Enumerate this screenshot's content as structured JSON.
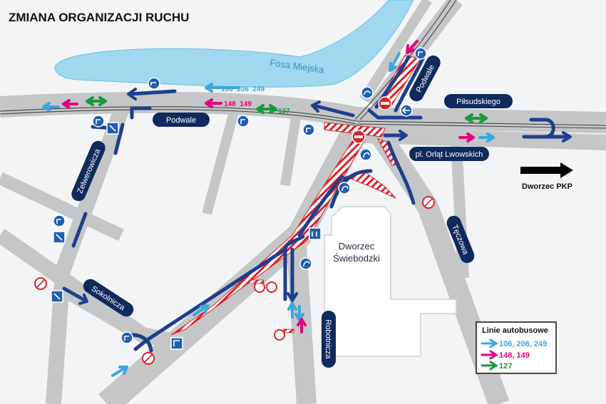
{
  "title": "ZMIANA ORGANIZACJI RUCHU",
  "water": {
    "name": "Fosa Miejska"
  },
  "streets": {
    "podwale_west": "Podwale",
    "podwale_north": "Podwale",
    "pilsudskiego": "Piłsudskiego",
    "orlat": "pl. Orląt Lwowskich",
    "zelwerowicza": "Zelwerowicza",
    "sokolnicza": "Sokolnicza",
    "robotnicza": "Robotnicza",
    "teczowa": "Tęczowa"
  },
  "building": {
    "line1": "Dworzec",
    "line2": "Świebodzki"
  },
  "route_labels": {
    "upper_lines": "106  206  249",
    "lower_pink": "148  149",
    "lower_green": "127"
  },
  "direction": {
    "label": "Dworzec PKP"
  },
  "legend": {
    "title": "Linie autobusowe",
    "items": [
      {
        "label": "106, 206, 249",
        "color": "#3aa7dd"
      },
      {
        "label": "148, 149",
        "color": "#e6007e"
      },
      {
        "label": "127",
        "color": "#1a9a3c"
      }
    ]
  },
  "colors": {
    "background": "#f3f4f5",
    "road": "#c4c6c8",
    "water": "#9fd8ef",
    "traffic_arrow": "#1d3f8c",
    "street_label": "#0f2a5c",
    "closure_hatch": "#d8232a",
    "line_blue": "#3aa7dd",
    "line_pink": "#e6007e",
    "line_green": "#1a9a3c"
  }
}
